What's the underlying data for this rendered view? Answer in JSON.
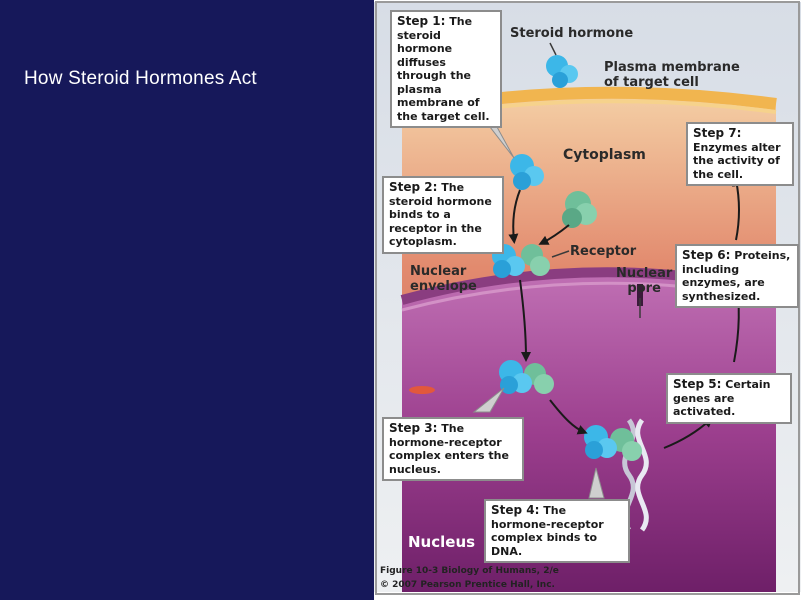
{
  "slide": {
    "title": "How Steroid Hormones Act"
  },
  "figure": {
    "labels": {
      "steroid_hormone": "Steroid hormone",
      "plasma_membrane": "Plasma membrane\nof target cell",
      "cytoplasm": "Cytoplasm",
      "receptor": "Receptor",
      "nuclear_envelope": "Nuclear\nenvelope",
      "nuclear_pore": "Nuclear\npore",
      "nucleus": "Nucleus"
    },
    "steps": [
      {
        "step": "Step 1:",
        "text": " The steroid hormone diffuses through the plasma membrane of the target cell."
      },
      {
        "step": "Step 2:",
        "text": " The steroid hormone binds to a receptor in the cytoplasm."
      },
      {
        "step": "Step 3:",
        "text": " The hormone-receptor complex enters the nucleus."
      },
      {
        "step": "Step 4:",
        "text": " The hormone-receptor complex binds to DNA."
      },
      {
        "step": "Step 5:",
        "text": " Certain genes are activated."
      },
      {
        "step": "Step 6:",
        "text": " Proteins, including enzymes, are synthesized."
      },
      {
        "step": "Step 7:",
        "text": " Enzymes alter the activity of the cell."
      }
    ],
    "credit_line1": "Figure 10-3  Biology of Humans, 2/e",
    "credit_line2": "© 2007 Pearson Prentice Hall, Inc."
  }
}
